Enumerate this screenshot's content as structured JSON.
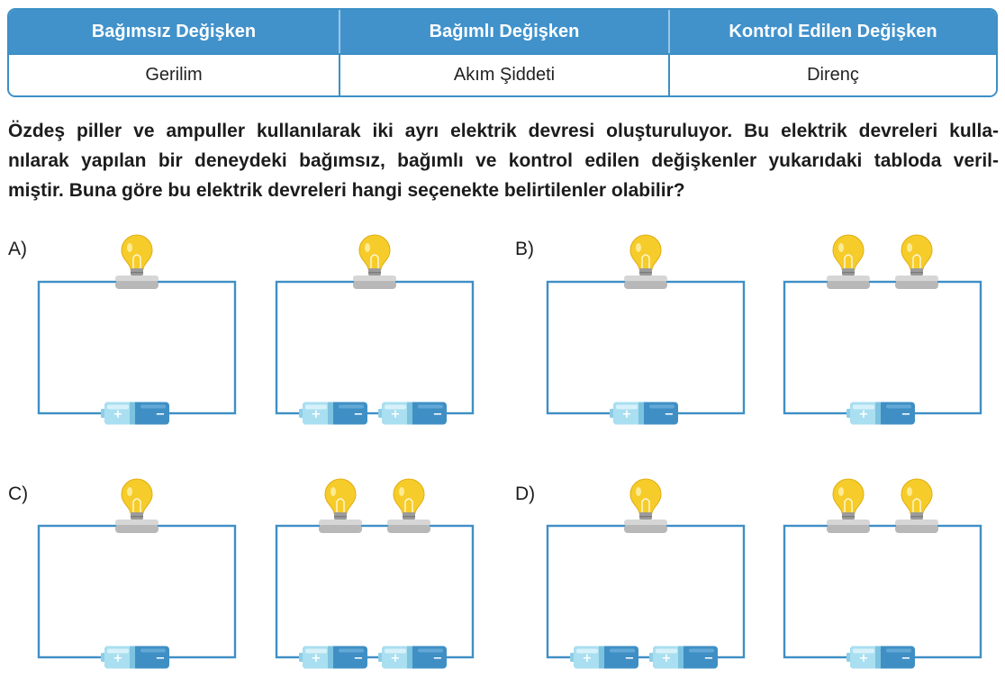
{
  "table": {
    "headers": [
      "Bağımsız Değişken",
      "Bağımlı Değişken",
      "Kontrol Edilen Değişken"
    ],
    "values": [
      "Gerilim",
      "Akım Şiddeti",
      "Direnç"
    ]
  },
  "question": {
    "lines": [
      "Özdeş piller ve ampuller kullanılarak iki ayrı elektrik devresi oluşturuluyor. Bu elektrik devreleri kulla-",
      "nılarak yapılan bir deneydeki bağımsız, bağımlı ve kontrol edilen değişkenler yukarıdaki tabloda veril-",
      "miştir. Buna göre bu elektrik devreleri hangi seçenekte belirtilenler olabilir?"
    ]
  },
  "options": [
    {
      "label": "A)",
      "circuits": [
        {
          "bulbs": 1,
          "batteries": 1
        },
        {
          "bulbs": 1,
          "batteries": 2
        }
      ]
    },
    {
      "label": "B)",
      "circuits": [
        {
          "bulbs": 1,
          "batteries": 1
        },
        {
          "bulbs": 2,
          "batteries": 1
        }
      ]
    },
    {
      "label": "C)",
      "circuits": [
        {
          "bulbs": 1,
          "batteries": 1
        },
        {
          "bulbs": 2,
          "batteries": 2
        }
      ]
    },
    {
      "label": "D)",
      "circuits": [
        {
          "bulbs": 1,
          "batteries": 2
        },
        {
          "bulbs": 2,
          "batteries": 1
        }
      ]
    }
  ],
  "battery_symbols": {
    "plus": "+",
    "minus": "−"
  },
  "colors": {
    "table_header": "#4192cb",
    "wire": "#3f8fc5",
    "bulb_glass": "#f6cc2a",
    "battery_body": "#3f8fc5",
    "battery_cap": "#a9dff0"
  }
}
